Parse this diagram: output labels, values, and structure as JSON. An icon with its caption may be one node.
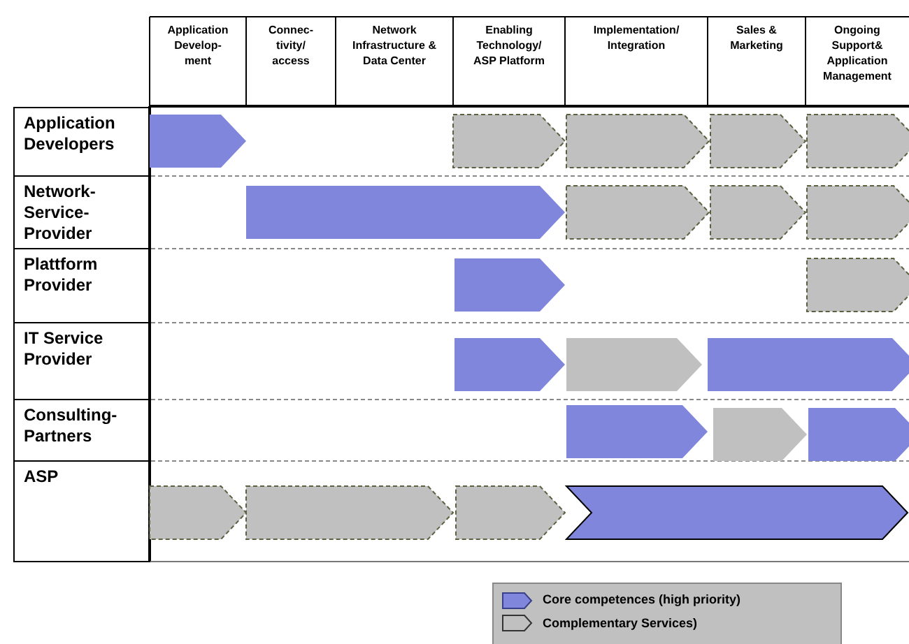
{
  "diagram": {
    "nodes": [
      {
        "text": [],
        "shape": "chevron"
      }
    ],
    "labels": [
      "Application Develop- ment",
      "Connec- tivity/ access",
      "Network Infrastructure & Data Center",
      "Enabling Technology/ ASP Platform",
      "Implementation/ Integration",
      "Sales & Marketing",
      "Ongoing Support& Application Management",
      "Application Developers",
      "Network- Service- Provider",
      "Plattform Provider",
      "IT Service Provider",
      "Consulting- Partners",
      "ASP"
    ],
    "legend": [
      {
        "text": "Core competences (high priority)"
      },
      {
        "text": "Complementary Services)"
      }
    ]
  }
}
